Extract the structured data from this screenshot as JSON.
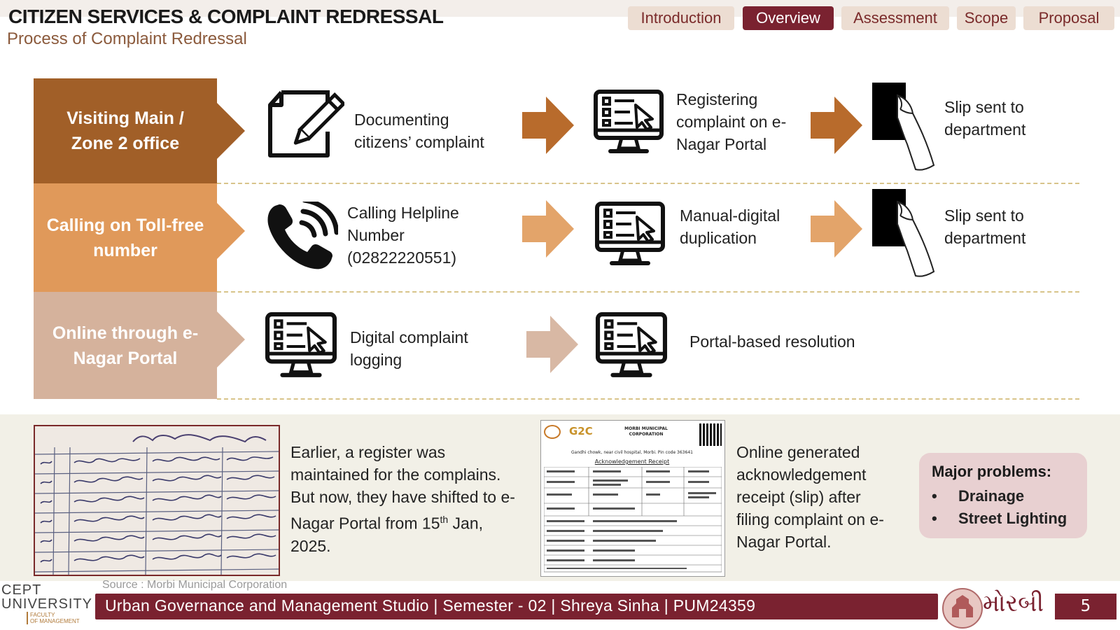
{
  "header": {
    "title": "CITIZEN SERVICES & COMPLAINT REDRESSAL",
    "subtitle": "Process of Complaint Redressal"
  },
  "nav": {
    "tabs": [
      {
        "label": "Introduction",
        "active": false
      },
      {
        "label": "Overview",
        "active": true
      },
      {
        "label": "Assessment",
        "active": false
      },
      {
        "label": "Scope",
        "active": false
      },
      {
        "label": "Proposal",
        "active": false
      }
    ]
  },
  "process": {
    "rows": [
      {
        "category": "Visiting Main / Zone 2 office",
        "category_color": "#a15f28",
        "arrow_color": "#b86b2c",
        "step1": "Documenting citizens’ complaint",
        "step1_icon": "document-pencil-icon",
        "step2": "Registering complaint on e-Nagar Portal",
        "step2_icon": "computer-checklist-icon",
        "step3": "Slip sent to department",
        "step3_icon": "hand-holding-slip-icon"
      },
      {
        "category": "Calling on Toll-free number",
        "category_color": "#e0995a",
        "arrow_color": "#e3a46a",
        "step1": "Calling Helpline Number (02822220551)",
        "step1_icon": "phone-icon",
        "step2": "Manual-digital duplication",
        "step2_icon": "computer-checklist-icon",
        "step3": "Slip sent to department",
        "step3_icon": "hand-holding-slip-icon"
      },
      {
        "category": "Online through e-Nagar Portal",
        "category_color": "#d5b29c",
        "arrow_color": "#d8b8a4",
        "step1": "Digital complaint logging",
        "step1_icon": "computer-checklist-icon",
        "step2": "Portal-based resolution",
        "step2_icon": "computer-checklist-icon"
      }
    ]
  },
  "evidence": {
    "register_text_a": "Earlier, a register was maintained for the complains. But now, they have shifted to e-Nagar Portal from 15",
    "register_sup": "th",
    "register_text_b": " Jan, 2025.",
    "receipt_text": "Online generated acknowledgement receipt (slip) after filing complaint on e-Nagar Portal.",
    "receipt": {
      "brand": "G2C",
      "org": "MORBI MUNICIPAL CORPORATION",
      "address": "Gandhi chowk, near civil hospital, Morbi. Pin code 363641",
      "heading": "Acknowledgement Receipt"
    }
  },
  "problems": {
    "heading": "Major problems:",
    "items": [
      "Drainage",
      "Street Lighting"
    ]
  },
  "footer": {
    "source": "Source : Morbi Municipal Corporation",
    "bar_text": "Urban Governance and Management Studio | Semester - 02 | Shreya Sinha | PUM24359",
    "page_number": "5",
    "logo_line1": "CEPT",
    "logo_line2": "UNIVERSITY",
    "logo_line3": "FACULTY",
    "logo_line4": "OF MANAGEMENT",
    "city_script": "મોરબી"
  }
}
